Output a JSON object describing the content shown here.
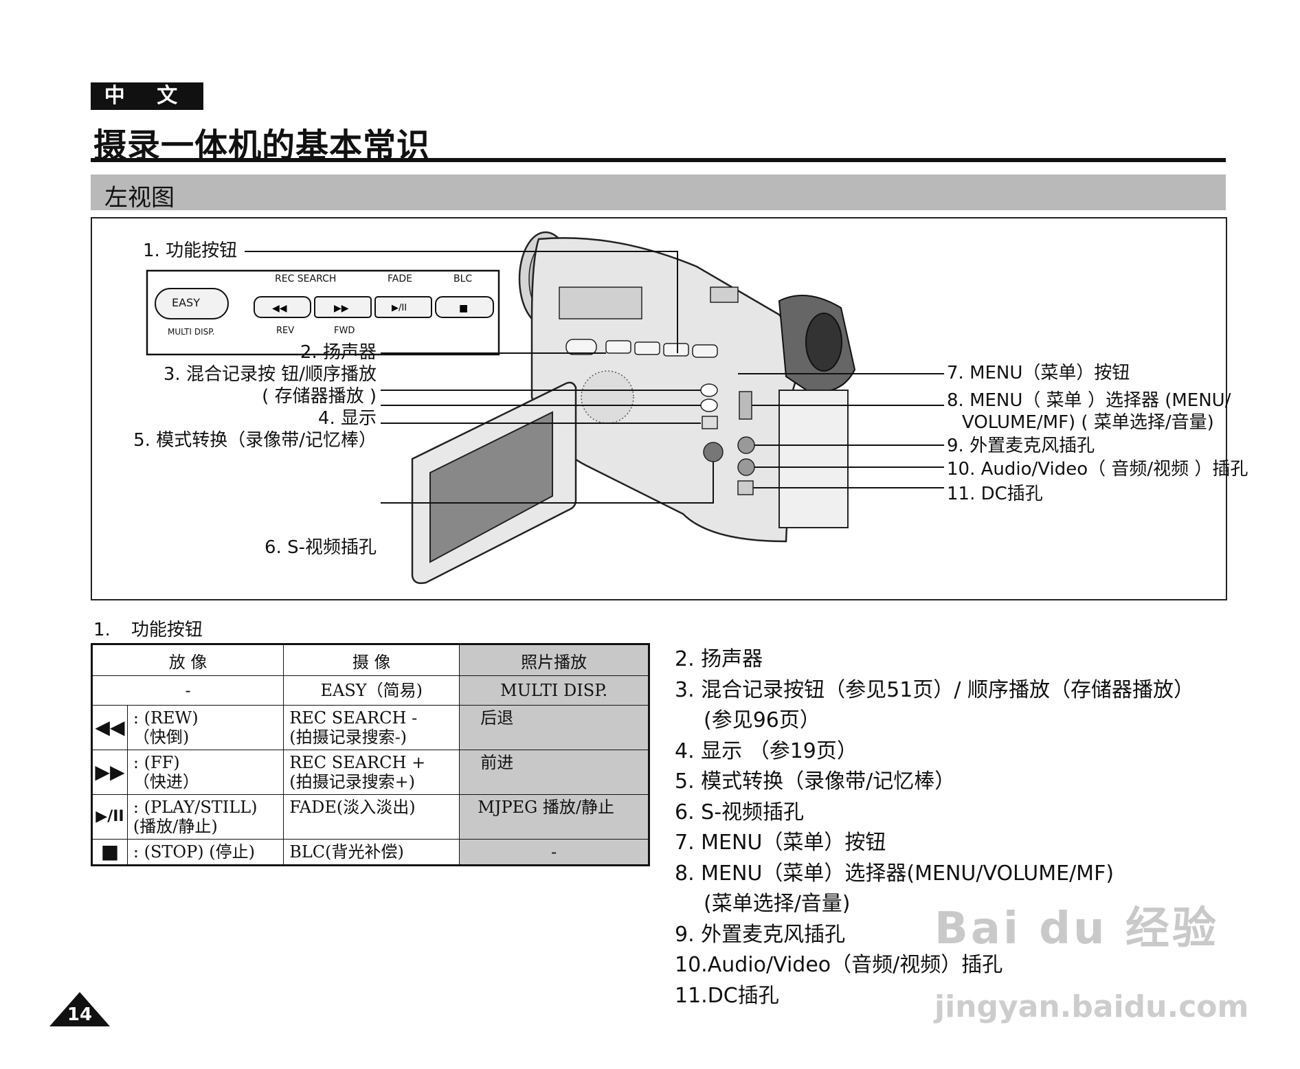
{
  "header": {
    "lang_tag": "中 文",
    "title": "摄录一体机的基本常识",
    "section": "左视图"
  },
  "figure": {
    "panel": {
      "rec_search": "REC SEARCH",
      "fade": "FADE",
      "blc": "BLC",
      "easy": "EASY",
      "multi_disp": "MULTI DISP.",
      "rev": "REV",
      "fwd": "FWD"
    },
    "callouts": {
      "c1": "1. 功能按钮",
      "c2": "2. 扬声器",
      "c3a": "3. 混合记录按 钮/顺序播放",
      "c3b": "( 存储器播放 )",
      "c4": "4. 显示",
      "c5": "5. 模式转换（录像带/记忆棒）",
      "c6": "6. S-视频插孔",
      "c7": "7. MENU（菜单）按钮",
      "c8a": "8. MENU（ 菜单 ）选择器 (MENU/",
      "c8b": "VOLUME/MF) ( 菜单选择/音量)",
      "c9": "9.  外置麦克风插孔",
      "c10": "10. Audio/Video（ 音频/视频 ）插孔",
      "c11": "11. DC插孔"
    }
  },
  "table": {
    "caption_num": "1.",
    "caption_text": "功能按钮",
    "headers": [
      "放 像",
      "摄 像",
      "照片播放"
    ],
    "easy_row": [
      "-",
      "EASY（简易)",
      "MULTI DISP."
    ],
    "rows": [
      {
        "icon": "rewind-icon",
        "glyph": "◀◀",
        "play": ": (REW)",
        "play_cn": "（快倒)",
        "rec": "REC SEARCH -",
        "rec_cn": "(拍摄记录搜索-)",
        "photo": "后退"
      },
      {
        "icon": "fast-forward-icon",
        "glyph": "▶▶",
        "play": ": (FF)",
        "play_cn": "（快进）",
        "rec": "REC SEARCH +",
        "rec_cn": "(拍摄记录搜索+)",
        "photo": "前进"
      },
      {
        "icon": "play-pause-icon",
        "glyph": "▶/II",
        "play": ": (PLAY/STILL)",
        "play_cn": "(播放/静止)",
        "rec": "FADE(淡入淡出)",
        "rec_cn": "",
        "photo": "MJPEG 播放/静止"
      },
      {
        "icon": "stop-icon",
        "glyph": "■",
        "play": ": (STOP) (停止)",
        "play_cn": "",
        "rec": "BLC(背光补偿)",
        "rec_cn": "",
        "photo": "-"
      }
    ]
  },
  "list": [
    "2.  扬声器",
    "3.  混合记录按钮（参见51页）/ 顺序播放（存储器播放）",
    "(参见96页）",
    "4.  显示  （参19页）",
    "5.  模式转换（录像带/记忆棒）",
    "6.  S-视频插孔",
    "7.  MENU（菜单）按钮",
    "8.  MENU（菜单）选择器(MENU/VOLUME/MF)",
    "(菜单选择/音量)",
    "9.  外置麦克风插孔",
    "10.Audio/Video（音频/视频）插孔",
    "11.DC插孔"
  ],
  "watermark": {
    "main": "Bai du 经验",
    "sub": "jingyan.baidu.com"
  },
  "page_number": "14"
}
